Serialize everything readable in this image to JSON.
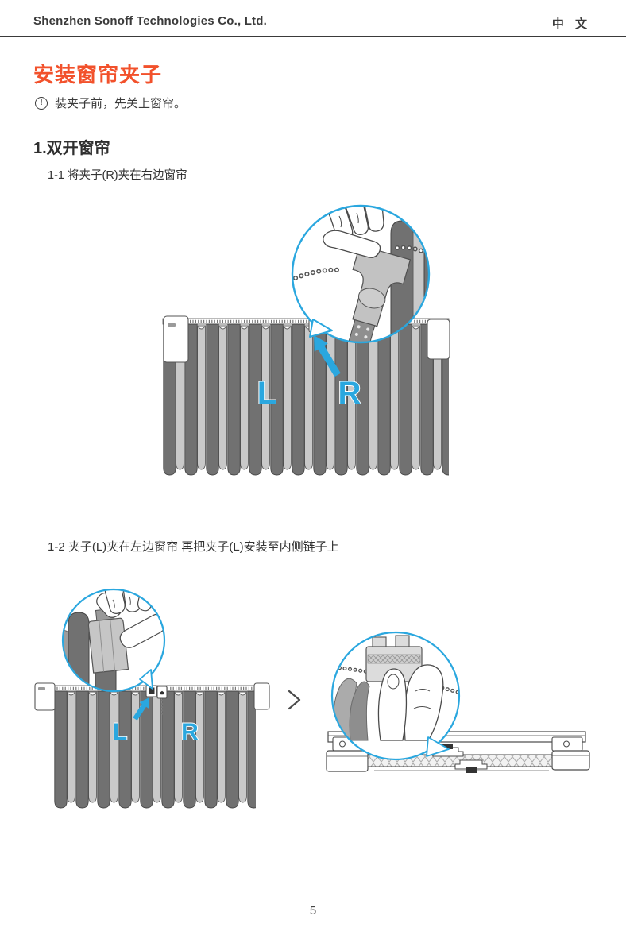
{
  "header": {
    "company": "Shenzhen Sonoff Technologies Co., Ltd.",
    "language": "中 文"
  },
  "title": "安装窗帘夹子",
  "notice": {
    "icon_glyph": "!",
    "text": "装夹子前，先关上窗帘。"
  },
  "section": {
    "heading": "1.双开窗帘",
    "steps": [
      {
        "label": "1-1 将夹子(R)夹在右边窗帘"
      },
      {
        "label": "1-2  夹子(L)夹在左边窗帘 再把夹子(L)安装至内侧链子上"
      }
    ]
  },
  "figures": {
    "curtain_top": {
      "left_label": "L",
      "right_label": "R"
    },
    "curtain_bottom": {
      "left_label": "L",
      "right_label": "R"
    }
  },
  "footer": {
    "page_number": "5"
  },
  "icons": {
    "notice": "exclamation-circle-icon",
    "between_figures": "chevron-right-icon"
  },
  "colors": {
    "accent_orange": "#F2512B",
    "accent_cyan": "#2AA7DF",
    "text_dark": "#3A3A3A",
    "curtain_dark": "#717171",
    "curtain_light": "#C9C9C9"
  }
}
